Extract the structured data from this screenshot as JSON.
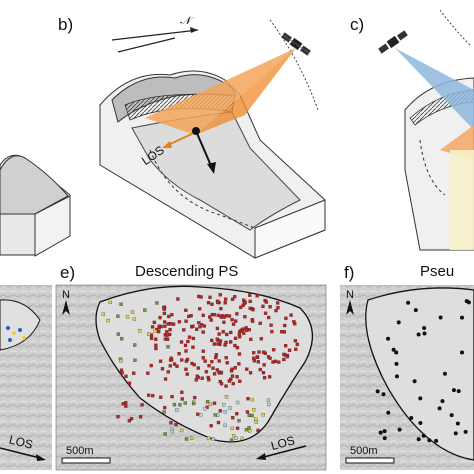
{
  "panels": {
    "b": {
      "label": "b)",
      "los": "LOS",
      "north": "𝒩"
    },
    "c": {
      "label": "c)"
    },
    "e": {
      "label": "e)",
      "title": "Descending PS",
      "scale": "500m",
      "los": "LOS",
      "north": "N"
    },
    "f": {
      "label": "f)",
      "title": "Pseu",
      "scale": "500m",
      "north": "N"
    },
    "left": {
      "los": "LOS"
    }
  },
  "colors": {
    "orange_beam": "#f4a45a",
    "blue_beam": "#8fb7dd",
    "ps_red": "#c0201e",
    "ps_yellow": "#e8d23a",
    "ps_green": "#6a9a3a",
    "ps_cyan": "#a8d8e8",
    "terrain": "#d9d9d9"
  }
}
